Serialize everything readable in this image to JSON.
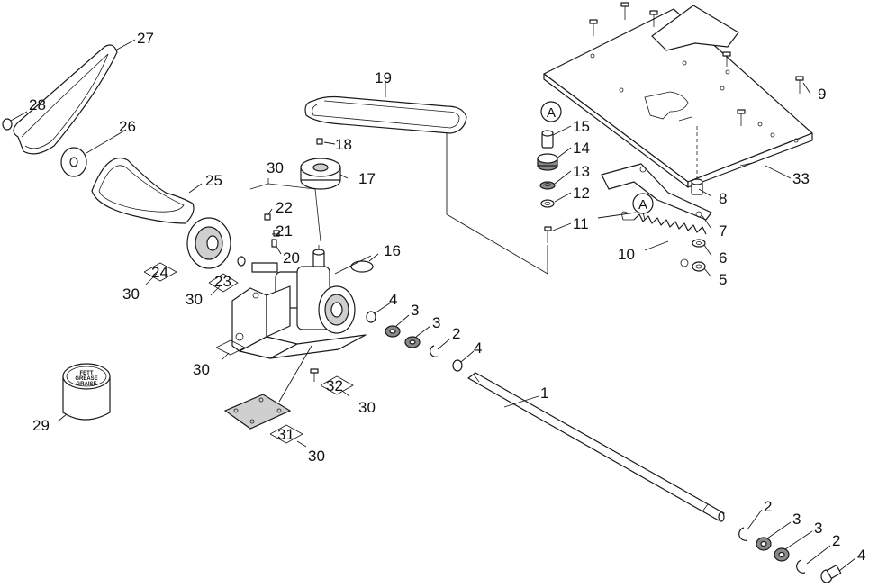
{
  "diagram": {
    "callouts": {
      "c1": "1",
      "c2a": "2",
      "c2b": "2",
      "c2c": "2",
      "c3a": "3",
      "c3b": "3",
      "c3c": "3",
      "c3d": "3",
      "c4a": "4",
      "c4b": "4",
      "c4c": "4",
      "c5": "5",
      "c6": "6",
      "c7": "7",
      "c8": "8",
      "c9": "9",
      "c10": "10",
      "c11": "11",
      "c12": "12",
      "c13": "13",
      "c14": "14",
      "c15": "15",
      "c16": "16",
      "c17": "17",
      "c18": "18",
      "c19": "19",
      "c20": "20",
      "c21": "21",
      "c22": "22",
      "c23": "23",
      "c24": "24",
      "c25": "25",
      "c26": "26",
      "c27": "27",
      "c28": "28",
      "c29": "29",
      "c30a": "30",
      "c30b": "30",
      "c30c": "30",
      "c30d": "30",
      "c30e": "30",
      "c30f": "30",
      "c31": "31",
      "c32": "32",
      "c33": "33"
    },
    "reference_marks": {
      "ref_a1": "A",
      "ref_a2": "A"
    },
    "grease_can_label": {
      "line1": "FETT",
      "line2": "GREASE",
      "line3": "GRAISE"
    }
  }
}
